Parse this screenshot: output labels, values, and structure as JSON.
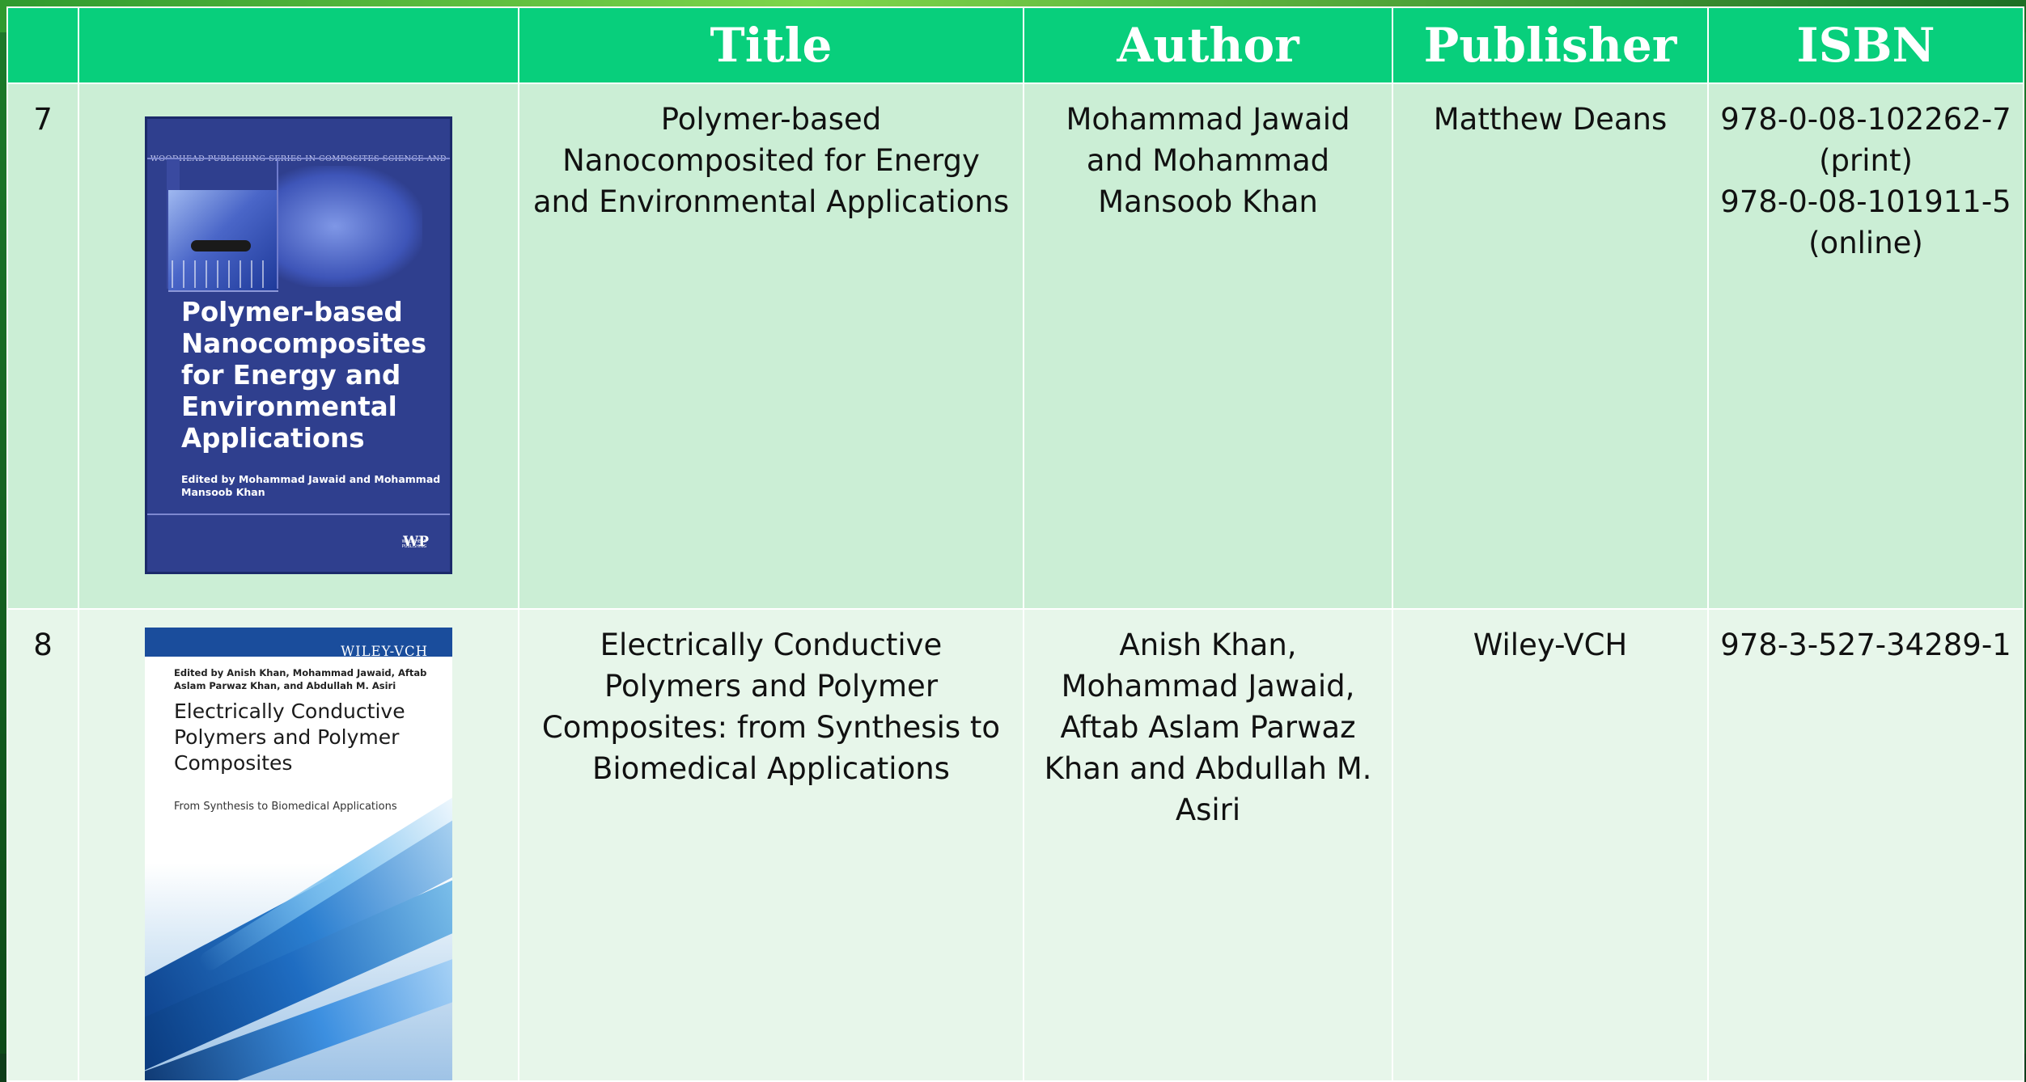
{
  "table": {
    "headers": [
      "",
      "",
      "Title",
      "Author",
      "Publisher",
      "ISBN"
    ],
    "rows": [
      {
        "number": "7",
        "cover": {
          "series": "WOODHEAD PUBLISHING SERIES IN COMPOSITES SCIENCE AND ENGINEERING",
          "title": "Polymer-based Nanocomposites for Energy and Environmental Applications",
          "editors": "Edited by Mohammad Jawaid and Mohammad Mansoob Khan",
          "logo": "WP",
          "logo_sub": "WOODHEAD PUBLISHING"
        },
        "title": "Polymer-based Nanocomposited for Energy and Environmental Applications",
        "author": "Mohammad Jawaid and Mohammad Mansoob Khan",
        "publisher": "Matthew Deans",
        "isbn": [
          "978-0-08-102262-7",
          "(print)",
          "978-0-08-101911-5",
          "(online)"
        ]
      },
      {
        "number": "8",
        "cover": {
          "brand": "WILEY-VCH",
          "editors": "Edited by Anish Khan, Mohammad Jawaid, Aftab Aslam Parwaz Khan, and Abdullah M. Asiri",
          "title": "Electrically Conductive Polymers and Polymer Composites",
          "subtitle": "From Synthesis to Biomedical Applications"
        },
        "title": "Electrically Conductive Polymers and Polymer Composites: from Synthesis to Biomedical Applications",
        "author": "Anish Khan, Mohammad Jawaid, Aftab Aslam Parwaz Khan and Abdullah M. Asiri",
        "publisher": "Wiley-VCH",
        "isbn": [
          "978-3-527-34289-1"
        ]
      }
    ]
  },
  "colors": {
    "header_bg": "#08cf7c",
    "row_a_bg": "#cbeed5",
    "row_b_bg": "#e7f6ea"
  }
}
